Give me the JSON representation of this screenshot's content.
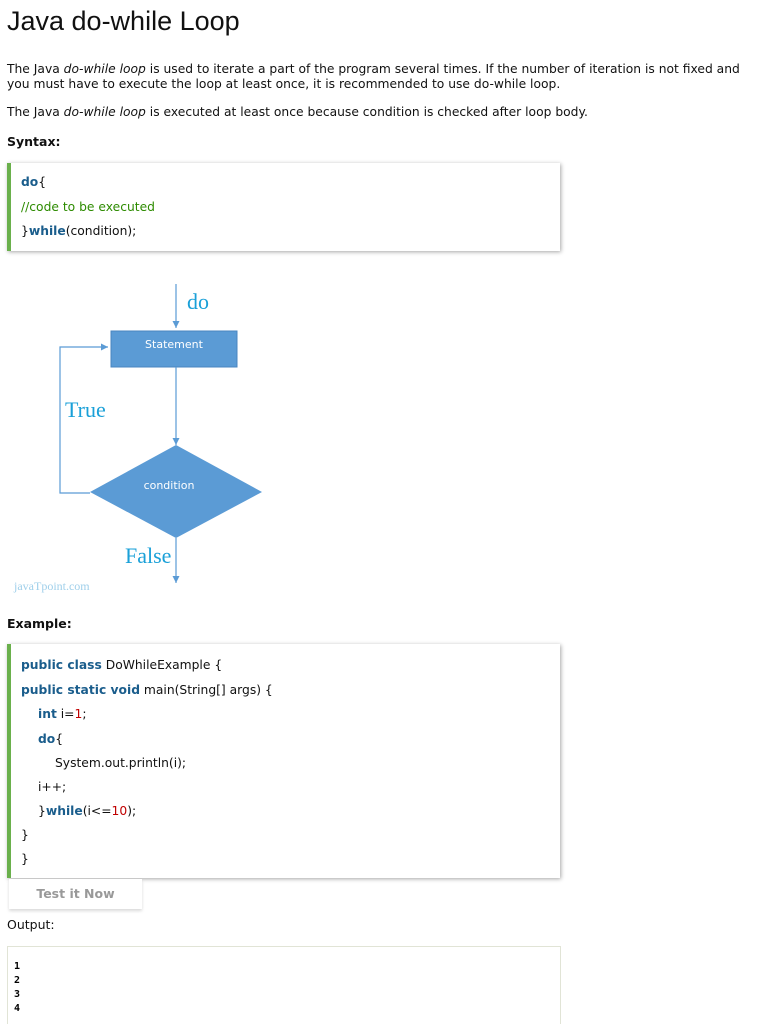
{
  "title": "Java do-while Loop",
  "intro": {
    "p1_before": "The Java ",
    "p1_em": "do-while loop",
    "p1_after": " is used to iterate a part of the program several times. If the number of iteration is not fixed and you must have to execute the loop at least once, it is recommended to use do-while loop.",
    "p2_before": "The Java ",
    "p2_em": "do-while loop",
    "p2_after": " is executed at least once because condition is checked after loop body."
  },
  "syntax": {
    "heading": "Syntax:",
    "line1_kw": "do",
    "line1_rest": "{",
    "line2": "//code to be executed",
    "line3_pre": "}",
    "line3_kw": "while",
    "line3_rest": "(condition);"
  },
  "flowchart": {
    "do_label": "do",
    "statement_label": "Statement",
    "true_label": "True",
    "condition_label": "condition",
    "false_label": "False",
    "watermark": "javaTpoint.com",
    "colors": {
      "box": "#5b9bd5",
      "text": "#1aa0d8",
      "line": "#5b9bd5"
    }
  },
  "example": {
    "heading": "Example:",
    "l1_kw": "public class",
    "l1_rest": " DoWhileExample {",
    "l2_kw": "public static void",
    "l2_rest": " main(String[] args) {",
    "l3_kw": "int",
    "l3_a": " i=",
    "l3_num": "1",
    "l3_b": ";",
    "l4_kw": "do",
    "l4_rest": "{",
    "l5": "System.out.println(i);",
    "l6": "i++;",
    "l7_pre": "}",
    "l7_kw": "while",
    "l7_a": "(i<=",
    "l7_num": "10",
    "l7_b": ");",
    "l8": "}",
    "l9": "}"
  },
  "test_button": "Test it Now",
  "output": {
    "label": "Output:",
    "lines": [
      "1",
      "2",
      "3",
      "4"
    ]
  }
}
